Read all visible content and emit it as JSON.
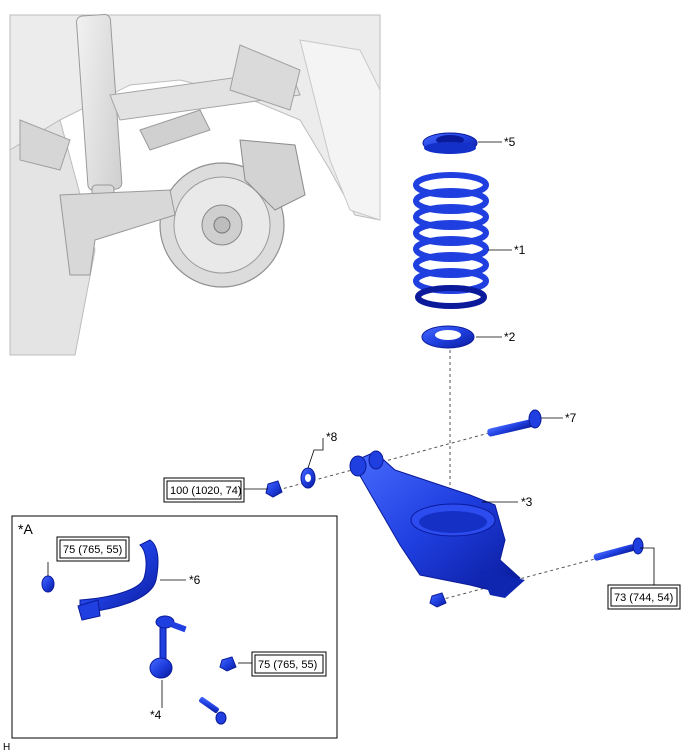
{
  "callouts": {
    "c5": "*5",
    "c1": "*1",
    "c2": "*2",
    "c7": "*7",
    "c8": "*8",
    "c3": "*3",
    "c6": "*6",
    "c4": "*4",
    "cA": "*A"
  },
  "torque": {
    "t_bushing_bolt": "100 (1020, 74)",
    "t_lower_arm_bolt": "73 (744, 54)",
    "t_stabilizer_bracket": "75 (765, 55)",
    "t_stabilizer_link": "75 (765, 55)"
  },
  "corner_code": "H",
  "colors": {
    "part_blue": "#1f3fe0",
    "part_dark": "#0a1a9a",
    "background_gray": "#e6e6e6"
  }
}
